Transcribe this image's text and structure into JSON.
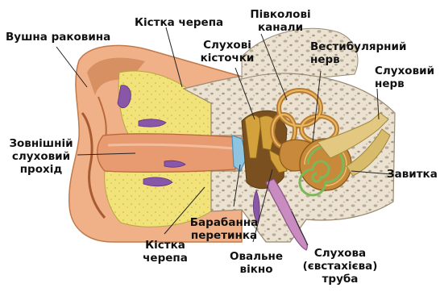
{
  "labels": {
    "pinna": "Вушна раковина",
    "skull_top": "Кістка черепа",
    "ossicles_1": "Слухові",
    "ossicles_2": "кісточки",
    "canals_1": "Півколові",
    "canals_2": "канали",
    "vestibular_1": "Вестибулярний",
    "vestibular_2": "нерв",
    "auditory_1": "Слуховий",
    "auditory_2": "нерв",
    "outer_canal_1": "Зовнішній",
    "outer_canal_2": "слуховий",
    "outer_canal_3": "прохід",
    "cochlea": "Завитка",
    "eardrum_1": "Барабанна",
    "eardrum_2": "перетинка",
    "skull_bottom_1": "Кістка",
    "skull_bottom_2": "черепа",
    "oval_1": "Овальне",
    "oval_2": "вікно",
    "tube_1": "Слухова",
    "tube_2": "(євстахієва)",
    "tube_3": "труба"
  },
  "colors": {
    "skin": "#f0b088",
    "skin_dark": "#b8653a",
    "cartilage": "#f2e27a",
    "bone": "#e8dfcf",
    "bone_pore": "#b9ab96",
    "ossicle": "#d4a23c",
    "inner_ear": "#c88a3a",
    "canal_blue": "#7fb9d8",
    "vessel": "#8a56a8",
    "nerve_green": "#7ab85a",
    "tube_pink": "#e6a6a0"
  }
}
